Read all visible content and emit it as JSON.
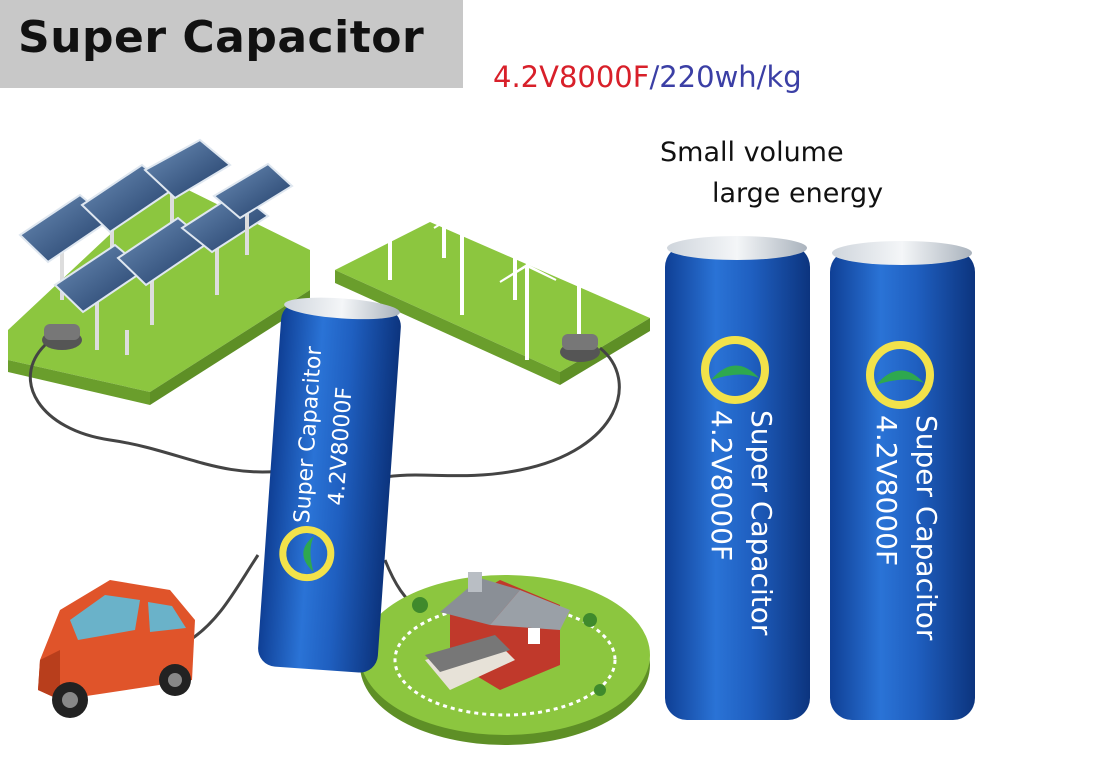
{
  "header": {
    "title": "Super Capacitor",
    "spec_capacity": "4.2V8000F",
    "spec_density": "/220wh/kg"
  },
  "tagline": {
    "line1": "Small volume",
    "line2": "large energy"
  },
  "capacitor_label": {
    "name": "Super Capacitor",
    "rating": "4.2V8000F"
  },
  "colors": {
    "title_bg": "#c8c8c8",
    "capacity_text": "#d8202a",
    "density_text": "#3b3fa5",
    "capacitor_blue": "#1f5fc0",
    "grass_green": "#8cc63f"
  },
  "icons": [
    "solar-panel-icon",
    "wind-turbine-icon",
    "car-icon",
    "house-icon",
    "logo-icon"
  ]
}
